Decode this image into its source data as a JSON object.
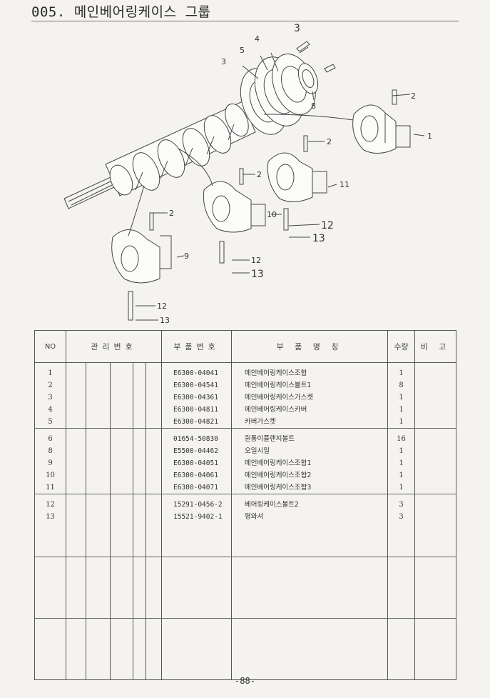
{
  "header": {
    "title": "005. 메인베어링케이스 그룹"
  },
  "diagram": {
    "callouts": {
      "n1": "1",
      "n2a": "2",
      "n2b": "2",
      "n2c": "2",
      "n2d": "2",
      "n3a": "3",
      "n3b": "3",
      "n4": "4",
      "n5": "5",
      "n8": "8",
      "n9": "9",
      "n10": "10",
      "n11": "11",
      "n12a": "12",
      "n12b": "12",
      "n12c": "12",
      "n13a": "13",
      "n13b": "13",
      "n13c": "13"
    }
  },
  "table": {
    "headers": {
      "no": "NO",
      "mgmt": "관리번호",
      "part_no": "부품번호",
      "part_name": "부 품 명 칭",
      "qty": "수량",
      "remarks": "비 고"
    },
    "groups": [
      [
        {
          "no": "1",
          "part_no": "E6300-04041",
          "name": "메인베어링케이스조합",
          "qty": "1"
        },
        {
          "no": "2",
          "part_no": "E6300-04541",
          "name": "메인베어링케이스볼트1",
          "qty": "8"
        },
        {
          "no": "3",
          "part_no": "E6300-04361",
          "name": "메인베어링케이스가스켓",
          "qty": "1"
        },
        {
          "no": "4",
          "part_no": "E6300-04811",
          "name": "메인베어링케이스카버",
          "qty": "1"
        },
        {
          "no": "5",
          "part_no": "E6300-04821",
          "name": "카버가스켓",
          "qty": "1"
        }
      ],
      [
        {
          "no": "6",
          "part_no": "01654-50830",
          "name": "원통이플랜지볼트",
          "qty": "16"
        },
        {
          "no": "8",
          "part_no": "E5500-04462",
          "name": "오일시일",
          "qty": "1"
        },
        {
          "no": "9",
          "part_no": "E6300-04051",
          "name": "메인베어링케이스조합1",
          "qty": "1"
        },
        {
          "no": "10",
          "part_no": "E6300-04061",
          "name": "메인베어링케이스조합2",
          "qty": "1"
        },
        {
          "no": "11",
          "part_no": "E6300-04071",
          "name": "메인베어링케이스조합3",
          "qty": "1"
        }
      ],
      [
        {
          "no": "12",
          "part_no": "15291-0456-2",
          "name": "베어링케이스볼트2",
          "qty": "3"
        },
        {
          "no": "13",
          "part_no": "15521-9402-1",
          "name": "평와셔",
          "qty": "3"
        }
      ]
    ]
  },
  "footer": {
    "page_number": "-88-"
  }
}
